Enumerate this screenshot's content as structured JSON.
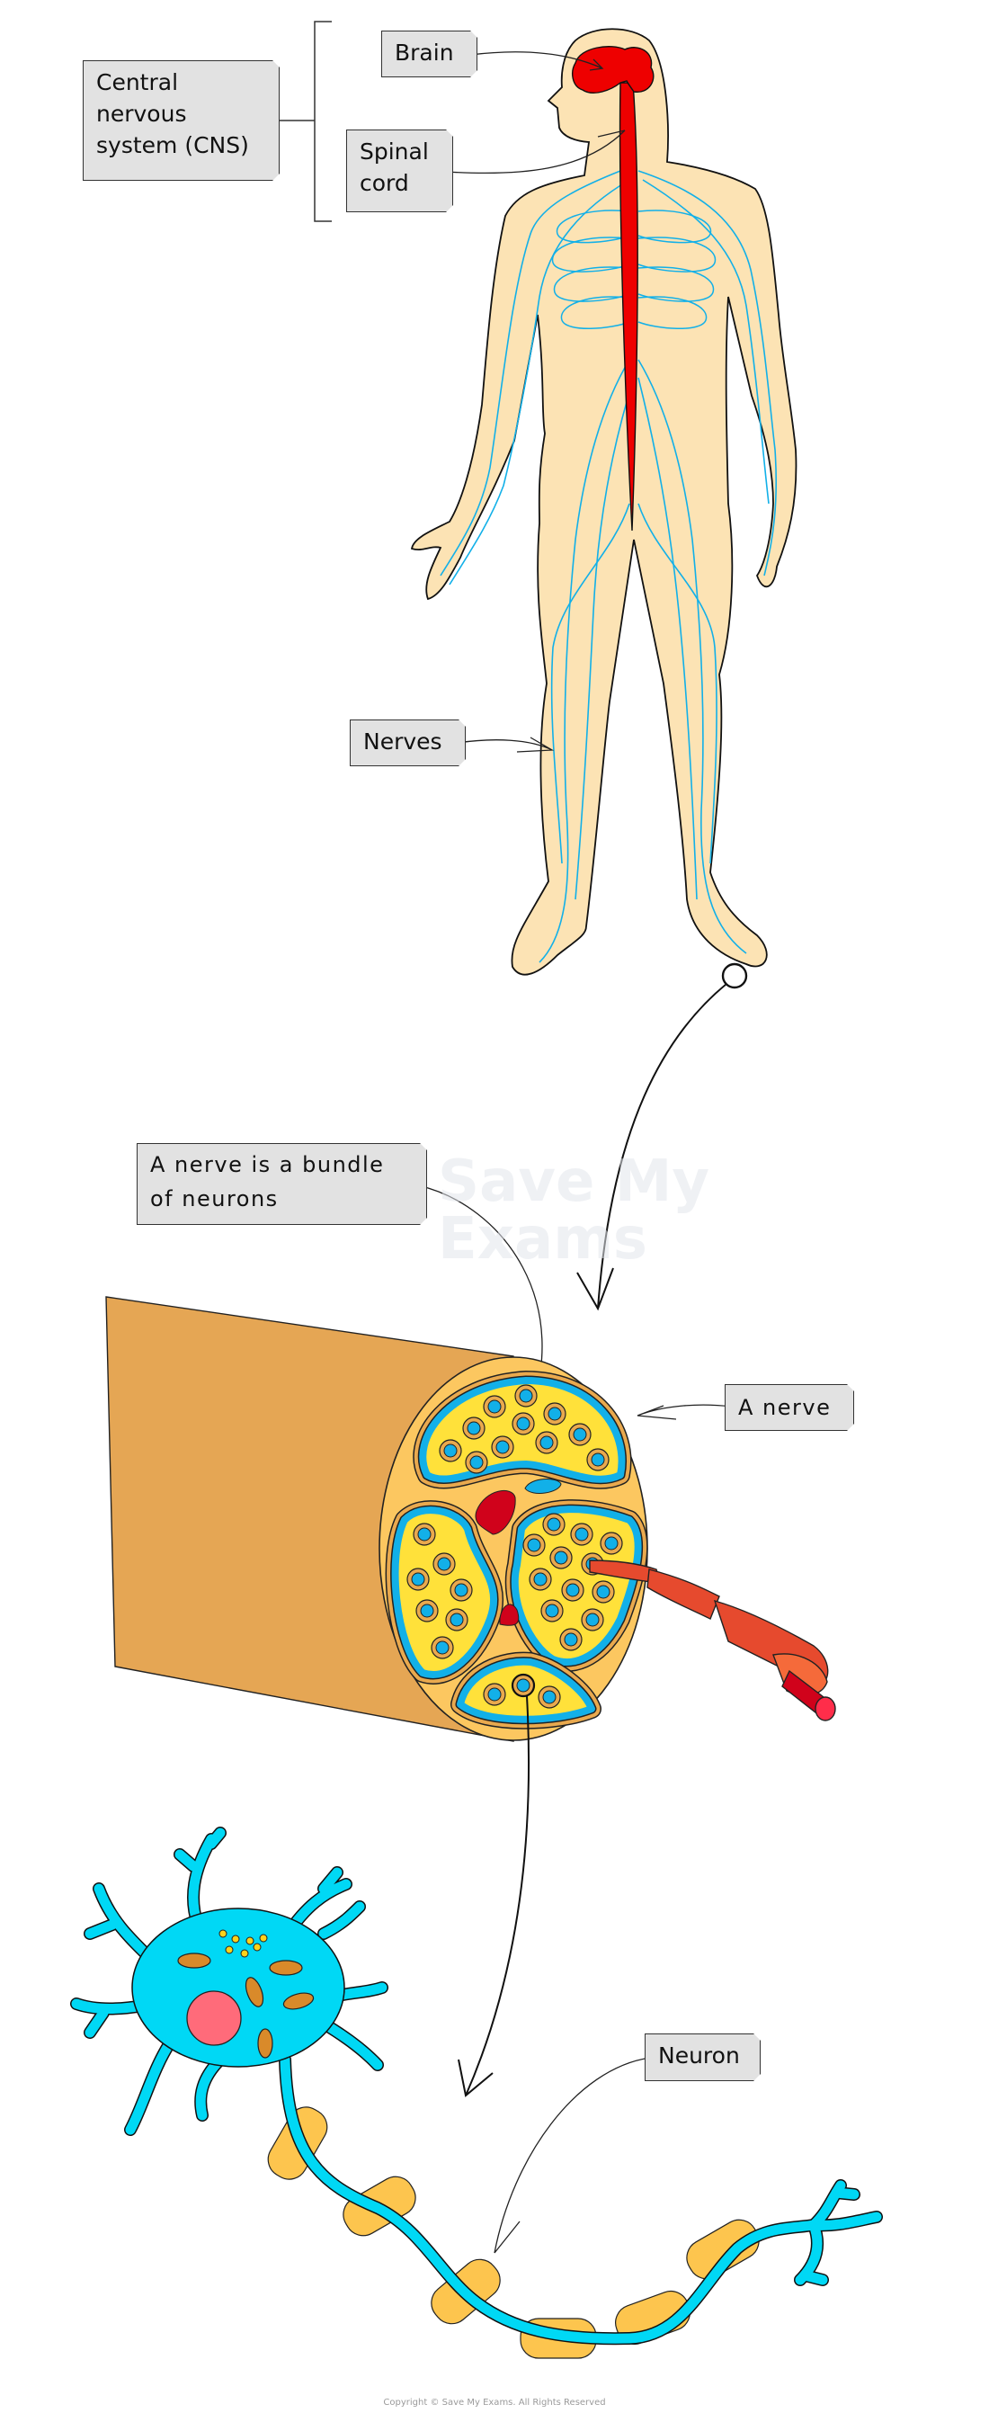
{
  "labels": {
    "cns": "Central nervous system (CNS)",
    "brain": "Brain",
    "spinal_cord": "Spinal cord",
    "nerves": "Nerves",
    "bundle": "A nerve is a bundle of neurons",
    "a_nerve": "A nerve",
    "neuron": "Neuron"
  },
  "watermark": {
    "line1": "Save My",
    "line2": "Exams"
  },
  "copyright": "Copyright © Save My Exams. All Rights Reserved",
  "colors": {
    "skin": "#fce3b4",
    "nerve_lines": "#12b0e8",
    "cns_red": "#ee0000",
    "nerve_sheath": "#e5a654",
    "fascicle_yellow": "#ffe13a",
    "neuron_cyan": "#00d8f5",
    "myelin": "#fdc54e",
    "nucleus": "#ff6b7a"
  }
}
